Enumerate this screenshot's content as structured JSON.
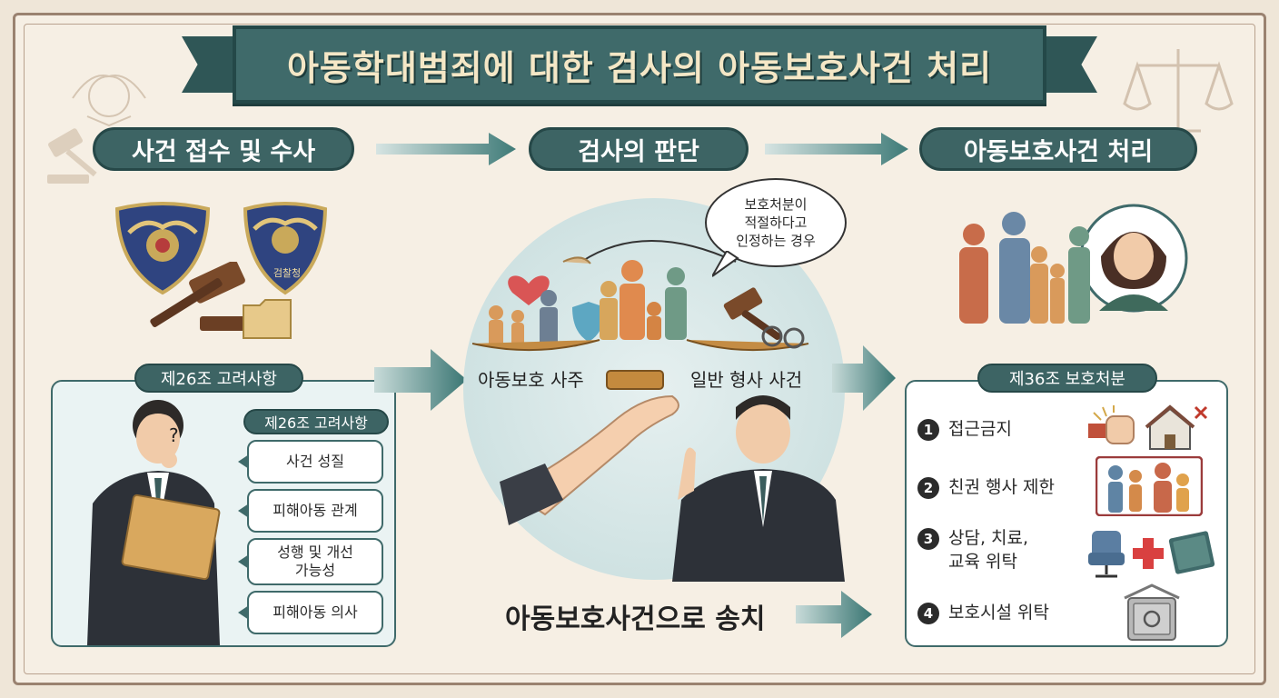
{
  "title": "아동학대범죄에 대한 검사의 아동보호사건 처리",
  "steps": {
    "step1": "사건 접수 및 수사",
    "step2": "검사의 판단",
    "step3": "아동보호사건 처리"
  },
  "police_badge_text": "검찰청",
  "left_panel": {
    "tag": "제26조 고려사항",
    "inner_tag": "제26조 고려사항",
    "items": [
      "사건 성질",
      "피해아동 관계",
      "성행 및 개선\n가능성",
      "피해아동 의사"
    ]
  },
  "middle": {
    "speech": "보호처분이\n적절하다고\n인정하는 경우",
    "left_label": "아동보호 사주",
    "right_label": "일반 형사 사건",
    "send": "아동보호사건으로 송치"
  },
  "right_panel": {
    "tag": "제36조 보호처분",
    "items": [
      {
        "num": "1",
        "label": "접근금지"
      },
      {
        "num": "2",
        "label": "친권 행사 제한"
      },
      {
        "num": "3",
        "label": "상담, 치료,\n교육 위탁"
      },
      {
        "num": "4",
        "label": "보호시설 위탁"
      }
    ]
  },
  "colors": {
    "teal": "#3d6464",
    "teal_dark": "#264848",
    "parchment": "#f6efe4",
    "accent_red": "#c0392b"
  },
  "icons": [
    "scale-icon",
    "gavel-icon",
    "police-badge-icon",
    "folder-icon",
    "heart-icon",
    "shield-icon",
    "handcuffs-icon",
    "house-icon",
    "armchair-icon",
    "medical-cross-icon",
    "book-icon",
    "safe-icon",
    "fist-icon"
  ]
}
